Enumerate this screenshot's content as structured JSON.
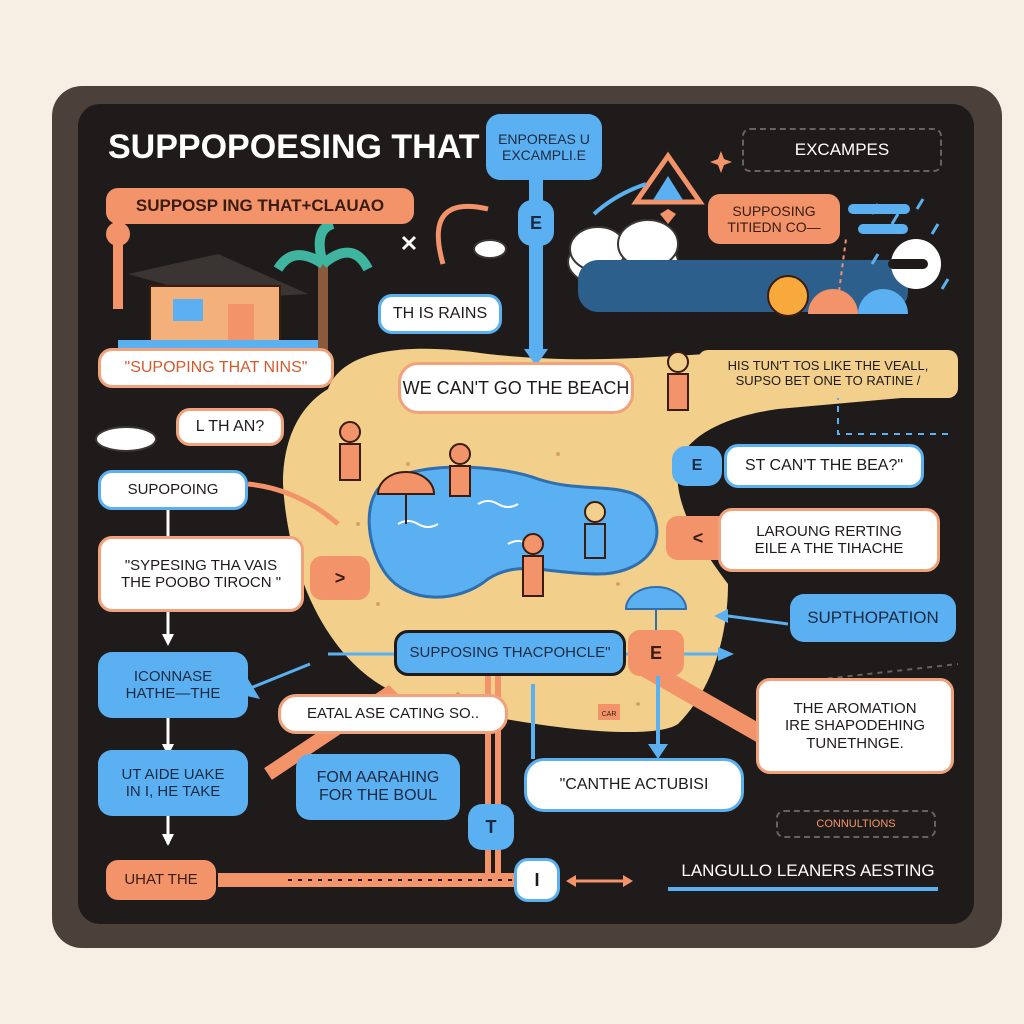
{
  "diagram": {
    "title": "SUPPOPOESING THAT +",
    "subtitle": "SUPPOSP ING THAT+CLAUAO",
    "examples_label": "EXCAMPES",
    "nodes": {
      "top_blue_pill": "ENPOREAS U\nEXCAMPLI.E",
      "e_letter_top": "E",
      "supposing_orange_right": "SUPPOSING\nTITIEDN CO—",
      "this_rains": "TH IS RAINS",
      "supoping_that_nins": "\"SUPOPING THAT NINS\"",
      "cant_go_beach": "WE CAN'T GO THE BEACH",
      "right_strip_text": "HIS TUN'T TOS LIKE THE VEALL,\nSUPSO BET ONE TO RATINE /",
      "l_th_an": "L TH AN?",
      "supoping_blue": "SUPOPOING",
      "e_right_small": "E",
      "st_cant_bea": "ST CAN'T THE BEA?\"",
      "supesing_white": "\"SYPESING THA VAIS\nTHE POOBO TIROCN \"",
      "arrow_right": ">",
      "laroung_rerting": "LAROUNG RERTING\nEILE A THE TIHACHE",
      "lt_arrow": "<",
      "supthopation": "SUPTHOPATION",
      "supposing_thacpohcle": "SUPPOSING THACPOHCLE\"",
      "e_letter_mid": "E",
      "iconnase": "ICONNASE\nHATHE—THE",
      "eatal_ase": "EATAL ASE CATING SO..",
      "aromation": "THE AROMATION\nIRE SHAPODEHING\nTUNETHNGE.",
      "ut_aide_take": "UT AIDE UAKE\nIN I, HE TAKE",
      "fom_aarahing": "FOM AARAHING\nFOR THE BOUL",
      "canthe_actubisi": "\"CANTHE ACTUBISI",
      "connultions": "CONNULTIONS",
      "what_the": "UHAT THE",
      "t_letter": "T",
      "i_letter": "I",
      "language_learners": "LANGULLO LEANERS AESTING",
      "beach_sign": "CAR"
    },
    "colors": {
      "board": "#4b403a",
      "panel": "#1f1b1a",
      "blue": "#5ab0f0",
      "orange": "#f3936a",
      "sand": "#f2cf8a",
      "water": "#5ab0f0",
      "white": "#ffffff"
    }
  }
}
